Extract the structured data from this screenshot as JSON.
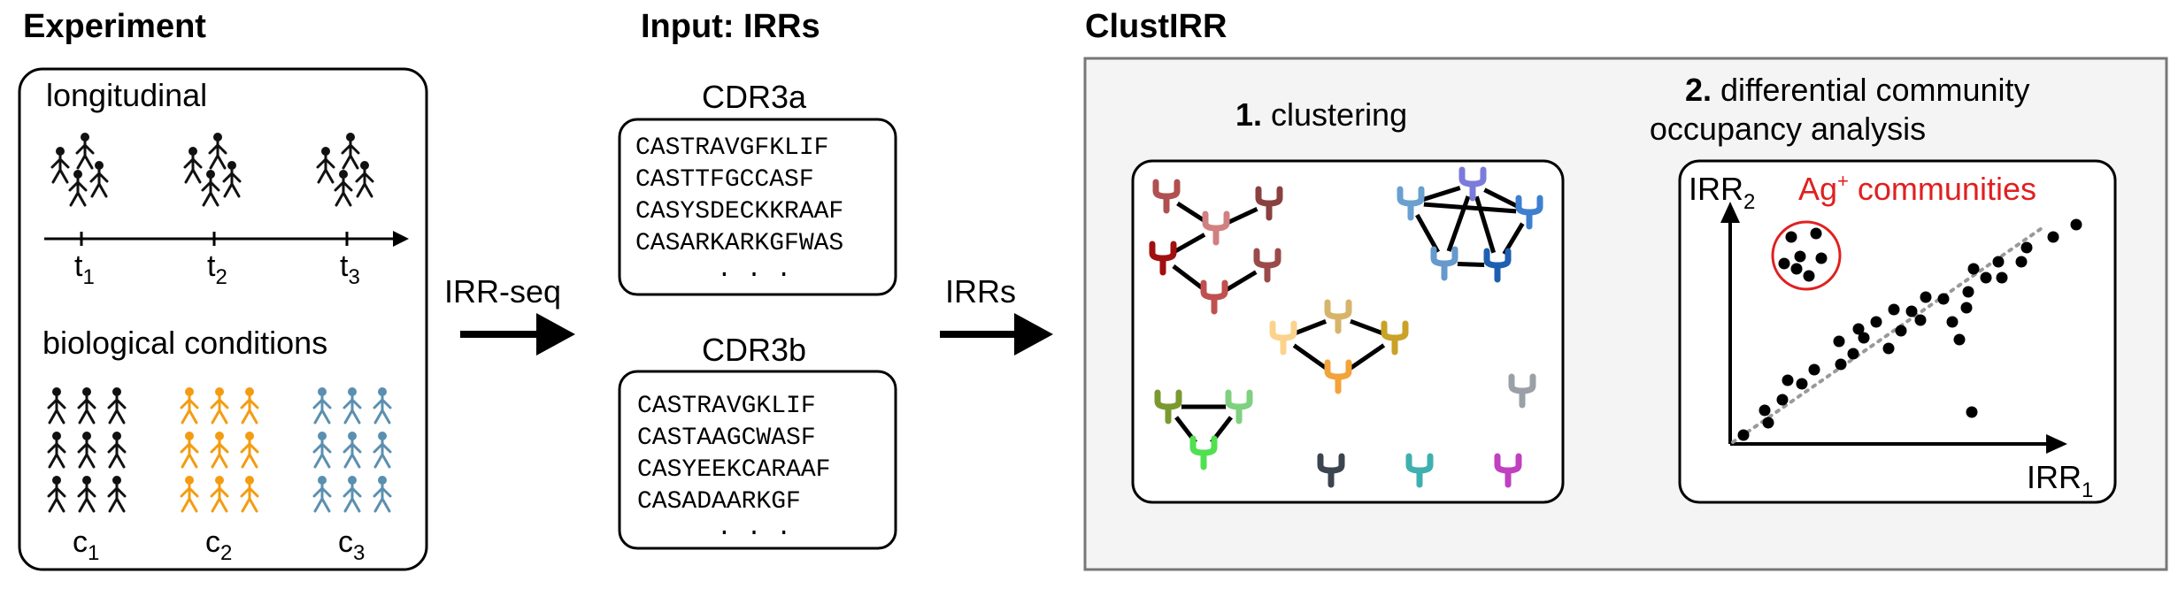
{
  "experiment": {
    "title": "Experiment",
    "longitudinal_label": "longitudinal",
    "time_points": [
      {
        "base": "t",
        "sub": "1"
      },
      {
        "base": "t",
        "sub": "2"
      },
      {
        "base": "t",
        "sub": "3"
      }
    ],
    "conditions_label": "biological conditions",
    "conditions": [
      {
        "base": "c",
        "sub": "1",
        "color": "#111111"
      },
      {
        "base": "c",
        "sub": "2",
        "color": "#f39c12"
      },
      {
        "base": "c",
        "sub": "3",
        "color": "#5b8fb0"
      }
    ]
  },
  "arrow1_label": "IRR-seq",
  "input": {
    "title": "Input: IRRs",
    "cdr3a": {
      "title": "CDR3a",
      "sequences": [
        "CASTRAVGFKLIF",
        "CASTTFGCCASF",
        "CASYSDECKKRAAF",
        "CASARKARKGFWAS"
      ],
      "ellipsis": ". . ."
    },
    "cdr3b": {
      "title": "CDR3b",
      "sequences": [
        "CASTRAVGKLIF",
        "CASTAAGCWASF",
        "CASYEEKCARAAF",
        "CASADAARKGF"
      ],
      "ellipsis": ". . ."
    }
  },
  "arrow2_label": "IRRs",
  "clustirr": {
    "title": "ClustIRR",
    "step1": {
      "number": "1.",
      "label": "clustering"
    },
    "step2": {
      "number": "2.",
      "label_line1": "differential community",
      "label_line2": "occupancy analysis"
    },
    "plot": {
      "ylabel": {
        "base": "IRR",
        "sub": "2"
      },
      "xlabel": {
        "base": "IRR",
        "sub": "1"
      },
      "annotation": {
        "base": "Ag",
        "sup": "+",
        "rest": " communities"
      },
      "annotation_color": "#e02020"
    },
    "cluster_colors": {
      "red_group": [
        "#b05050",
        "#d08080",
        "#8b4040",
        "#a01010",
        "#9b4a4a",
        "#c05050"
      ],
      "blue_group": [
        "#6aa0d0",
        "#7b7bdc",
        "#3f7fd0",
        "#6699cc",
        "#1f5fb0"
      ],
      "gold_group": [
        "#fbd38d",
        "#d6b46a",
        "#c9a227",
        "#f2a33a"
      ],
      "green_group": [
        "#7a9a30",
        "#7fd17f",
        "#50e050"
      ],
      "singletons": [
        "#9aa0a6",
        "#3c4450",
        "#3fb0b0",
        "#c040c0"
      ]
    }
  }
}
